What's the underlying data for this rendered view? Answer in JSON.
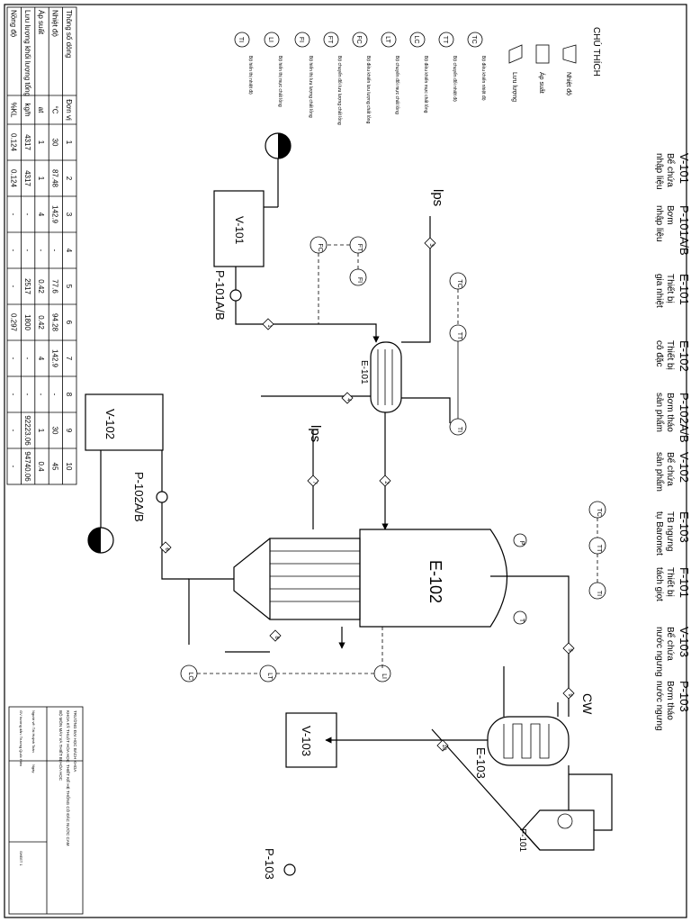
{
  "legend": {
    "title": "CHÚ THÍCH",
    "symbols": [
      {
        "label": "Nhiệt độ"
      },
      {
        "label": "Áp suất"
      },
      {
        "label": "Lưu lượng"
      }
    ],
    "instruments": [
      {
        "tag": "TC",
        "desc": "Bộ điều khiển nhiệt độ"
      },
      {
        "tag": "TT",
        "desc": "Bộ chuyển đổi nhiệt độ"
      },
      {
        "tag": "LC",
        "desc": "Bộ điều khiển mực chất lỏng"
      },
      {
        "tag": "LT",
        "desc": "Bộ chuyển đổi mực chất lỏng"
      },
      {
        "tag": "FC",
        "desc": "Bộ điều khiển lưu lượng chất lỏng"
      },
      {
        "tag": "FT",
        "desc": "Bộ chuyển đổi lưu lượng chất lỏng"
      },
      {
        "tag": "FI",
        "desc": "Bộ hiển thị lưu lượng chất lỏng"
      },
      {
        "tag": "LI",
        "desc": "Bộ hiển thị mực chất lỏng"
      },
      {
        "tag": "TI",
        "desc": "Bộ hiển thị nhiệt độ"
      }
    ]
  },
  "equipment_list": [
    {
      "code": "V-101",
      "name_line1": "Bể chứa",
      "name_line2": "nhập liệu"
    },
    {
      "code": "P-101A/B",
      "name_line1": "Bơm",
      "name_line2": "nhập liệu"
    },
    {
      "code": "E-101",
      "name_line1": "Thiết bị",
      "name_line2": "gia nhiệt"
    },
    {
      "code": "E-102",
      "name_line1": "Thiết bị",
      "name_line2": "cô đặc"
    },
    {
      "code": "P-102A/B",
      "name_line1": "Bơm tháo",
      "name_line2": "sản phẩm"
    },
    {
      "code": "V-102",
      "name_line1": "Bể chứa",
      "name_line2": "sản phẩm"
    },
    {
      "code": "E-103",
      "name_line1": "TB ngưng",
      "name_line2": "tụ Baromet"
    },
    {
      "code": "F-101",
      "name_line1": "Thiết bị",
      "name_line2": "tách giọt"
    },
    {
      "code": "V-103",
      "name_line1": "Bể chứa",
      "name_line2": "nước ngưng"
    },
    {
      "code": "P-103",
      "name_line1": "Bơm tháo",
      "name_line2": "nước ngưng"
    }
  ],
  "stream_table": {
    "header": [
      "Thông số dòng",
      "Đơn vị",
      "1",
      "2",
      "3",
      "4",
      "5",
      "6",
      "7",
      "8",
      "9",
      "10"
    ],
    "rows": [
      [
        "Nhiệt độ",
        "°C",
        "30",
        "87.48",
        "142.9",
        "-",
        "77.6",
        "94.28",
        "142.9",
        "-",
        "30",
        "45"
      ],
      [
        "Áp suất",
        "at",
        "1",
        "1",
        "4",
        "-",
        "0.42",
        "0.42",
        "4",
        "-",
        "1",
        "0.4"
      ],
      [
        "Lưu lượng khối lượng tổng",
        "kg/h",
        "4317",
        "4317",
        "-",
        "-",
        "2517",
        "1800",
        "-",
        "-",
        "92223.06",
        "94740.06"
      ],
      [
        "Nồng độ",
        "%KL",
        "0.124",
        "0.124",
        "-",
        "-",
        "-",
        "0.297",
        "-",
        "-",
        "-",
        "-"
      ]
    ]
  },
  "diagram": {
    "labels": {
      "v101": "V-101",
      "p101": "P-101A/B",
      "e101": "E-101",
      "e102": "E-102",
      "v102": "V-102",
      "p102": "P-102A/B",
      "e103": "E-103",
      "f101": "F-101",
      "v103": "V-103",
      "p103": "P-103",
      "lps1": "lps",
      "lps2": "lps",
      "cw": "CW",
      "p_gauge": "P",
      "t_gauge": "T"
    },
    "instrument_tags": {
      "tc1": "TC",
      "tt1": "TT",
      "ti1": "TI",
      "fc": "FC",
      "ft": "FT",
      "fi": "FI",
      "tc2": "TC",
      "tt2": "TT",
      "ti2": "TI",
      "lc": "LC",
      "lt": "LT",
      "li": "LI"
    },
    "streams": [
      "1",
      "2",
      "3",
      "4",
      "5",
      "6",
      "7",
      "8",
      "9",
      "10"
    ]
  },
  "title_block": {
    "line1": "TRƯỜNG ĐẠI HỌC BÁCH KHOA",
    "line2": "KHOA KỸ THUẬT HÓA HỌC",
    "line3": "BỘ MÔN MÁY VÀ THIẾT BỊ HÓA HỌC",
    "project": "THIẾT KẾ HỆ THỐNG CÔ ĐẶC NƯỚC CAM",
    "drawn": "Người vẽ: Tài Huỳnh Toàn",
    "checked": "GV hướng dẫn: Trương Quốc Hiền",
    "date": "Ngày",
    "sheet": "SHEET 1"
  }
}
